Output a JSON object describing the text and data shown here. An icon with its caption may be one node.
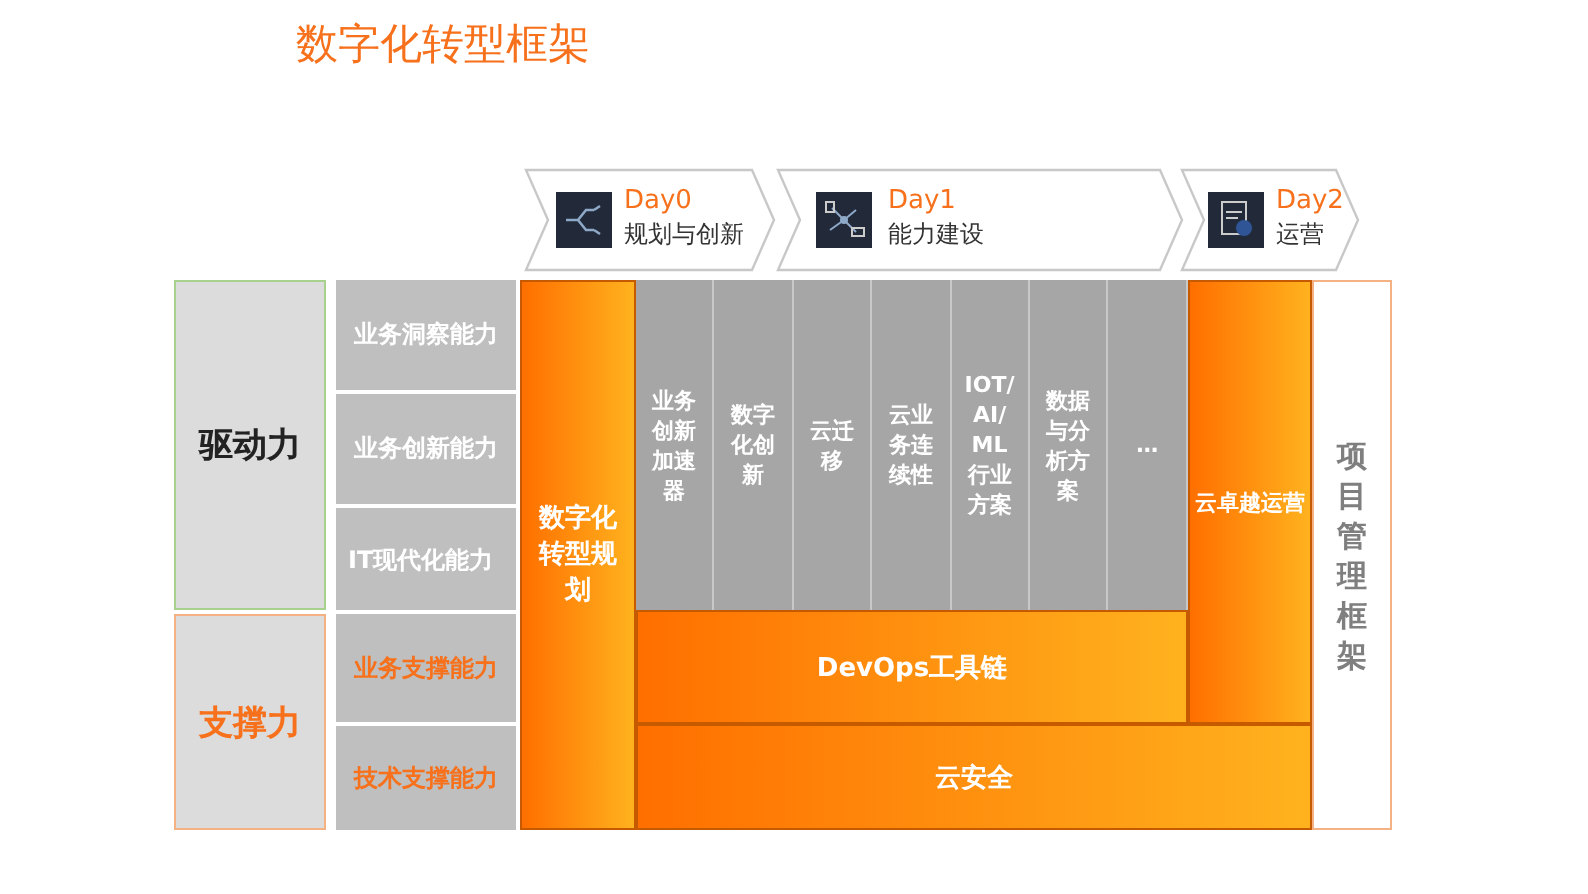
{
  "diagram": {
    "title": "数字化转型框架",
    "nodes": [
      {
        "text": [
          "Day0",
          "规划与创新"
        ]
      },
      {
        "text": [
          "Day1",
          "能力建设"
        ]
      },
      {
        "text": [
          "Day2",
          "运营"
        ]
      },
      {
        "text": [
          "驱动力"
        ]
      },
      {
        "text": [
          "支撑力"
        ]
      },
      {
        "text": [
          "业务洞察能力"
        ]
      },
      {
        "text": [
          "业务创新能力"
        ]
      },
      {
        "text": [
          "IT现代化能力"
        ]
      },
      {
        "text": [
          "业务支撑能力"
        ]
      },
      {
        "text": [
          "技术支撑能力"
        ]
      },
      {
        "text": [
          "数字化转型规划"
        ]
      },
      {
        "text": [
          "业务创新加速器"
        ]
      },
      {
        "text": [
          "数字化创新"
        ]
      },
      {
        "text": [
          "云迁移"
        ]
      },
      {
        "text": [
          "云业务连续性"
        ]
      },
      {
        "text": [
          "IOT/AI/ML行业方案"
        ]
      },
      {
        "text": [
          "数据与分析方案"
        ]
      },
      {
        "text": [
          "…"
        ]
      },
      {
        "text": [
          "云卓越运营"
        ]
      },
      {
        "text": [
          "项目管理框架"
        ]
      },
      {
        "text": [
          "DevOps工具链"
        ]
      },
      {
        "text": [
          "云安全"
        ]
      }
    ],
    "edges": []
  }
}
